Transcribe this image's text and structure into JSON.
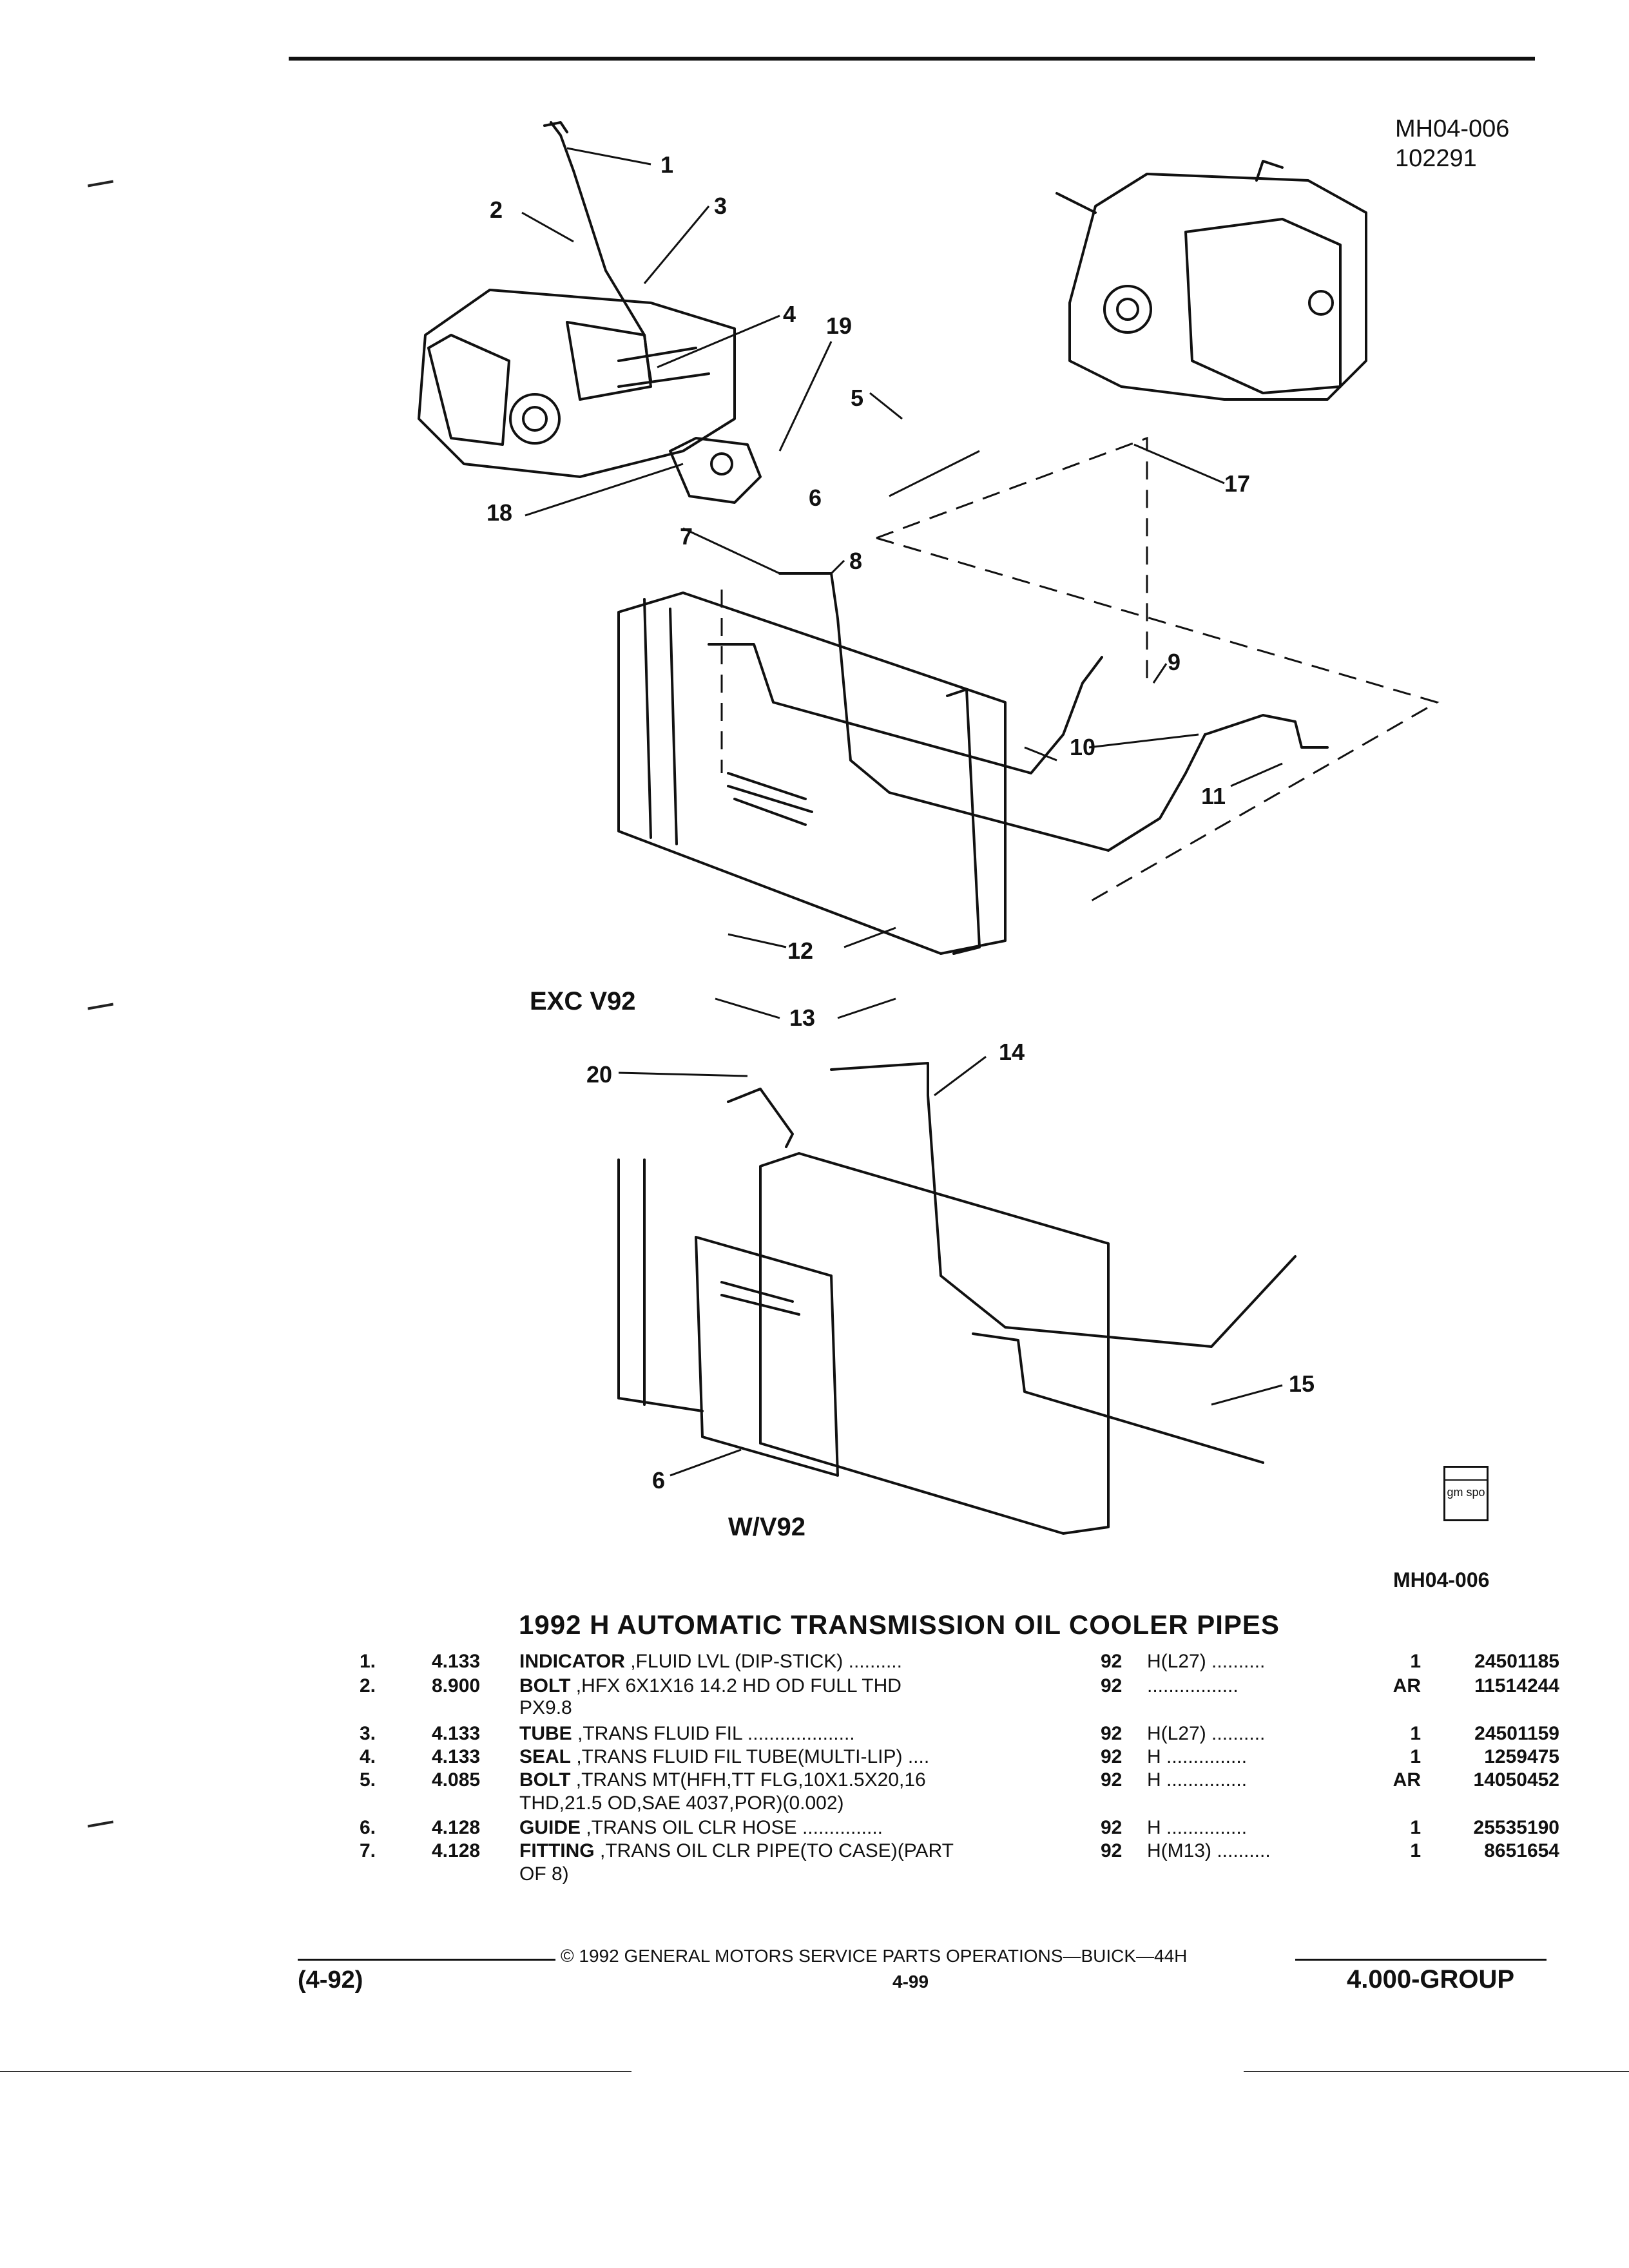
{
  "header": {
    "code_top": "MH04-006",
    "date_code": "102291",
    "code_bottom": "MH04-006"
  },
  "diagram": {
    "callouts": [
      "1",
      "2",
      "3",
      "4",
      "5",
      "6",
      "7",
      "8",
      "9",
      "10",
      "11",
      "12",
      "13",
      "14",
      "15",
      "17",
      "18",
      "19",
      "20",
      "6"
    ],
    "variant_upper": "EXC V92",
    "variant_lower": "W/V92",
    "logo_text": "gm spo"
  },
  "title": "1992 H AUTOMATIC TRANSMISSION OIL COOLER PIPES",
  "parts": [
    {
      "num": "1.",
      "group": "4.133",
      "name": "INDICATOR",
      "desc": " ,FLUID LVL (DIP-STICK) ..........",
      "cont": "",
      "year": "92",
      "code": "H(L27)  ..........",
      "qty": "1",
      "part": "24501185"
    },
    {
      "num": "2.",
      "group": "8.900",
      "name": "BOLT",
      "desc": " ,HFX 6X1X16 14.2 HD OD FULL THD",
      "cont": "PX9.8",
      "year": "92",
      "code": ".................",
      "qty": "AR",
      "part": "11514244"
    },
    {
      "num": "3.",
      "group": "4.133",
      "name": "TUBE",
      "desc": " ,TRANS FLUID FIL ....................",
      "cont": "",
      "year": "92",
      "code": "H(L27)  ..........",
      "qty": "1",
      "part": "24501159"
    },
    {
      "num": "4.",
      "group": "4.133",
      "name": "SEAL",
      "desc": " ,TRANS FLUID FIL TUBE(MULTI-LIP) ....",
      "cont": "",
      "year": "92",
      "code": "H ...............",
      "qty": "1",
      "part": "1259475"
    },
    {
      "num": "5.",
      "group": "4.085",
      "name": "BOLT",
      "desc": " ,TRANS MT(HFH,TT FLG,10X1.5X20,16",
      "cont": "THD,21.5 OD,SAE 4037,POR)(0.002)",
      "year": "92",
      "code": "H ...............",
      "qty": "AR",
      "part": "14050452"
    },
    {
      "num": "6.",
      "group": "4.128",
      "name": "GUIDE",
      "desc": " ,TRANS OIL CLR HOSE ...............",
      "cont": "",
      "year": "92",
      "code": "H ...............",
      "qty": "1",
      "part": "25535190"
    },
    {
      "num": "7.",
      "group": "4.128",
      "name": "FITTING",
      "desc": " ,TRANS OIL CLR PIPE(TO CASE)(PART",
      "cont": "OF 8)",
      "year": "92",
      "code": "H(M13)  ..........",
      "qty": "1",
      "part": "8651654"
    }
  ],
  "footer": {
    "copyright": "©  1992  GENERAL MOTORS SERVICE PARTS OPERATIONS—BUICK—44H",
    "date": "(4-92)",
    "page": "4-99",
    "group": "4.000-GROUP"
  }
}
